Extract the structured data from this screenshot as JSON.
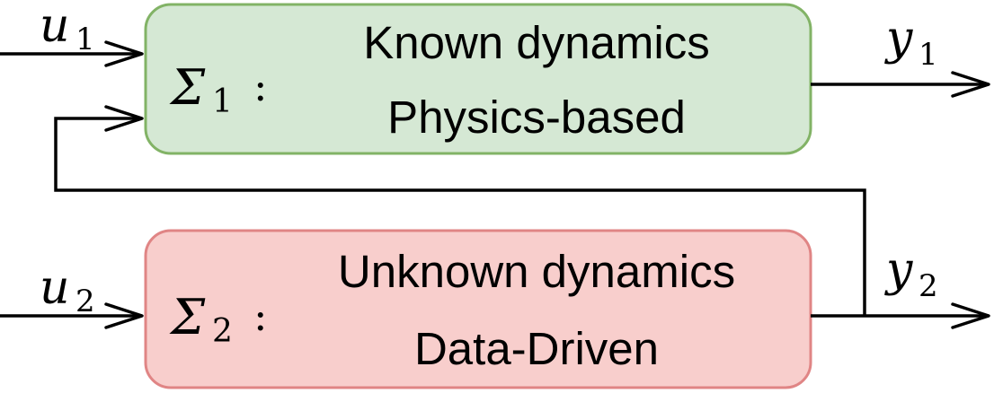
{
  "blocks": [
    {
      "symbol": "Σ",
      "index": "1",
      "colon": ":",
      "line1": "Known dynamics",
      "line2": "Physics-based",
      "fill": "#d5e8d4",
      "stroke": "#82b366"
    },
    {
      "symbol": "Σ",
      "index": "2",
      "colon": ":",
      "line1": "Unknown dynamics",
      "line2": "Data-Driven",
      "fill": "#f8cecc",
      "stroke": "#e08585"
    }
  ],
  "signals": {
    "u1": {
      "var": "u",
      "sub": "1"
    },
    "u2": {
      "var": "u",
      "sub": "2"
    },
    "y1": {
      "var": "y",
      "sub": "1"
    },
    "y2": {
      "var": "y",
      "sub": "2"
    }
  }
}
